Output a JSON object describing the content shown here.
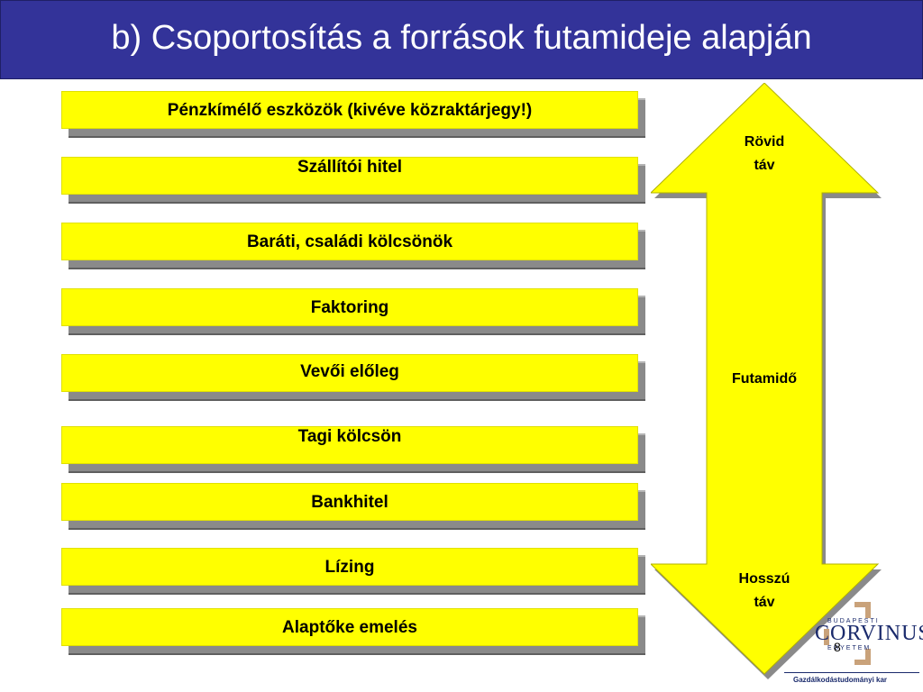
{
  "header": {
    "title": "b) Csoportosítás a források futamideje alapján"
  },
  "bars": [
    {
      "label": "Pénzkímélő eszközök (kivéve közraktárjegy!)"
    },
    {
      "label": "Szállítói hitel"
    },
    {
      "label": "Baráti, családi kölcsönök"
    },
    {
      "label": "Faktoring"
    },
    {
      "label": "Vevői előleg"
    },
    {
      "label": "Tagi kölcsön"
    },
    {
      "label": "Bankhitel"
    },
    {
      "label": "Lízing"
    },
    {
      "label": "Alaptőke emelés"
    }
  ],
  "arrow": {
    "top_line1": "Rövid",
    "top_line2": "táv",
    "middle": "Futamidő",
    "bottom_line1": "Hosszú",
    "bottom_line2": "táv"
  },
  "logo": {
    "name": "CORVINUS",
    "top_text": "BUDAPESTI",
    "bottom_text": "EGYETEM",
    "faculty": "Gazdálkodástudományi kar"
  },
  "page_number": "8",
  "colors": {
    "header_bg": "#333399",
    "bar_fill": "#ffff00",
    "logo_accent": "#c9a27a"
  }
}
